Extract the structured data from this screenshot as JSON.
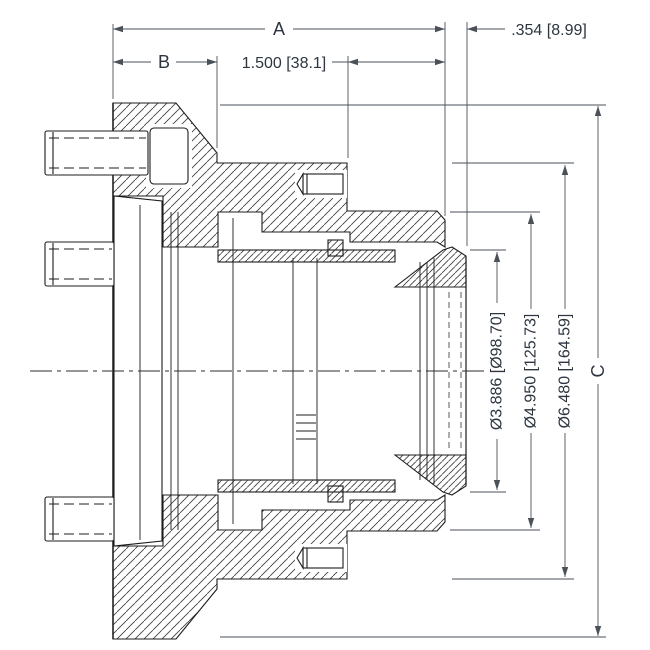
{
  "drawing": {
    "dimensions": {
      "overall_length": "A",
      "flange_offset": "B",
      "outer_diameter": "C",
      "neck_length": "1.500 [38.1]",
      "pilot_length": ".354 [8.99]",
      "pilot_diameter": "Ø3.886 [Ø98.70]",
      "register_diameter": "Ø4.950 [125.73]",
      "body_diameter": "Ø6.480 [164.59]"
    },
    "colors": {
      "outline": "#1c1c1c",
      "hatch": "#3a3a3a",
      "dimension_line": "#4a5158",
      "text": "#2c3540",
      "background": "#ffffff"
    }
  }
}
